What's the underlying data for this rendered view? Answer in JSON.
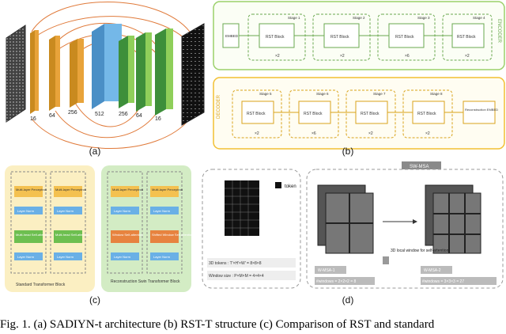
{
  "panel_a": {
    "caption": "(a)",
    "channel_labels": [
      "16",
      "64",
      "256",
      "512",
      "256",
      "64",
      "16"
    ]
  },
  "panel_b": {
    "caption": "(b)",
    "encoder_label": "ENCODER",
    "decoder_label": "DECODER",
    "embed_label": "EMBED",
    "reconstruction_label": "Reconstruction EMBED",
    "block_label": "RST Block",
    "encoder_stages": [
      {
        "stage": "Stage 1",
        "repeat": "×2"
      },
      {
        "stage": "Stage 2",
        "repeat": "×2"
      },
      {
        "stage": "Stage 3",
        "repeat": "×6"
      },
      {
        "stage": "Stage 4",
        "repeat": "×2"
      }
    ],
    "decoder_stages": [
      {
        "stage": "Stage 5",
        "repeat": "×2"
      },
      {
        "stage": "Stage 6",
        "repeat": "×6"
      },
      {
        "stage": "Stage 7",
        "repeat": "×2"
      },
      {
        "stage": "Stage 8",
        "repeat": "×2"
      }
    ]
  },
  "panel_c": {
    "caption": "(c)",
    "left_box_title": "Standard Transformer Block",
    "right_box_title": "Reconstruction Swin Transformer Block",
    "mlp": "Multi-layer Perceptron",
    "layer_norm": "Layer Norm",
    "msa": "Multi-head Self-attention",
    "wmsa": "Window Self-attention",
    "swmsa": "Shifted Window Self-attention"
  },
  "panel_d": {
    "caption": "(d)",
    "swmsa_badge": "SW-MSA",
    "token_label": "token",
    "tokens_info": "3D tokens : T′×H′×W′ = 8×8×8",
    "window_info": "Window size : P×M×M = 4×4×4",
    "local_window_label": "3D local window for self-attention",
    "wmsa1_label": "W-MSA-1",
    "wmsa2_label": "W-MSA-2",
    "windows1_text": "#windows = 2×2×2 = 8",
    "windows2_text": "#windows = 3×3×3 = 27"
  },
  "figure_caption": "Fig. 1. (a) SADIYN-t architecture (b) RST-T structure (c) Comparison of RST and standard",
  "colors": {
    "orange": "#e8a33a",
    "green": "#8fcf5a",
    "blue": "#74b8e8",
    "yellow_frame": "#f2c033",
    "green_frame": "#a3cf66"
  }
}
